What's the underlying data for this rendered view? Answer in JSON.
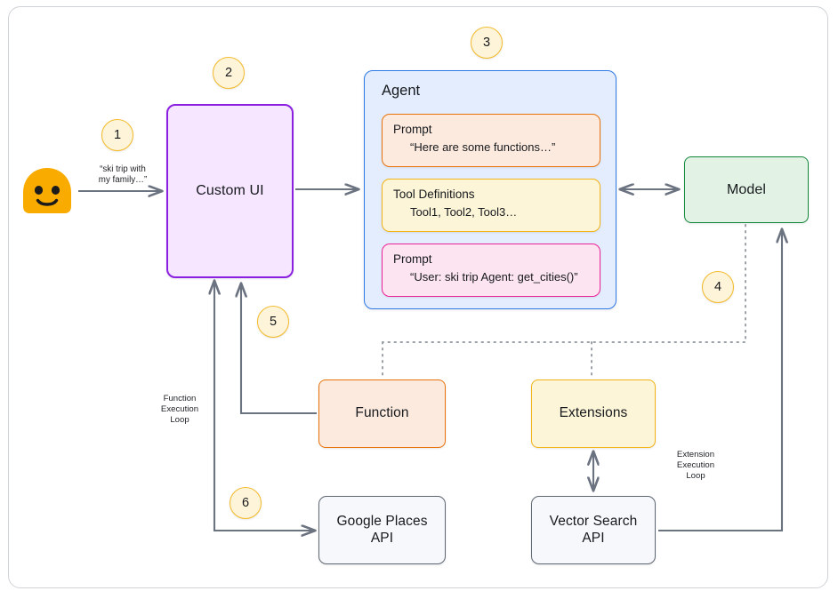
{
  "diagram": {
    "title": "Agent architecture with function and extension execution loops",
    "background": "#ffffff",
    "frame_border": "#cfd2d6"
  },
  "nodes": {
    "custom_ui": {
      "label": "Custom UI",
      "fill": "#f6e6ff",
      "stroke": "#8b20e0"
    },
    "agent": {
      "label": "Agent",
      "fill": "#e4edfd",
      "stroke": "#2f7ae5",
      "items": [
        {
          "title": "Prompt",
          "detail": "“Here are some functions…”",
          "fill": "#fdeade",
          "stroke": "#e8730c"
        },
        {
          "title": "Tool Definitions",
          "detail": "Tool1, Tool2, Tool3…",
          "fill": "#fdf5d8",
          "stroke": "#f2b417"
        },
        {
          "title": "Prompt",
          "detail": "“User: ski trip Agent: get_cities()”",
          "fill": "#fce4f1",
          "stroke": "#ec2397"
        }
      ]
    },
    "model": {
      "label": "Model",
      "fill": "#e2f3e5",
      "stroke": "#13883b"
    },
    "function": {
      "label": "Function",
      "fill": "#fdeade",
      "stroke": "#e8730c"
    },
    "extensions": {
      "label": "Extensions",
      "fill": "#fdf5d8",
      "stroke": "#f2b417"
    },
    "google_places": {
      "label": "Google Places\nAPI",
      "fill": "#f6f8fb",
      "stroke": "#5f6773"
    },
    "vector_search": {
      "label": "Vector Search\nAPI",
      "fill": "#f6f8fb",
      "stroke": "#5f6773"
    }
  },
  "badges": [
    {
      "number": "1"
    },
    {
      "number": "2"
    },
    {
      "number": "3"
    },
    {
      "number": "4"
    },
    {
      "number": "5"
    },
    {
      "number": "6"
    }
  ],
  "labels": {
    "user_query": "“ski trip with\nmy family…”",
    "function_execution_loop": "Function\nExecution\nLoop",
    "extension_execution_loop": "Extension\nExecution\nLoop"
  },
  "icons": {
    "avatar": "smiley-face-emoji",
    "avatar_fill": "#f9ab00",
    "avatar_feature": "#1b1b1b"
  },
  "colors": {
    "badge_fill": "#fdf4da",
    "badge_stroke": "#f4ba2a",
    "connector": "#6b7280",
    "dotted_connector": "#9aa0a6"
  }
}
